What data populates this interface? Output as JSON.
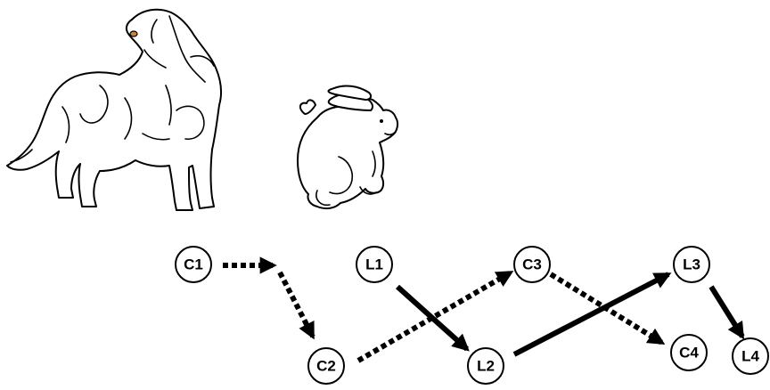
{
  "illustrations": [
    {
      "name": "dog",
      "icon": "dog-illustration"
    },
    {
      "name": "rabbit",
      "icon": "rabbit-illustration"
    }
  ],
  "nodes": [
    {
      "id": "C1",
      "label": "C1"
    },
    {
      "id": "C2",
      "label": "C2"
    },
    {
      "id": "C3",
      "label": "C3"
    },
    {
      "id": "C4",
      "label": "C4"
    },
    {
      "id": "L1",
      "label": "L1"
    },
    {
      "id": "L2",
      "label": "L2"
    },
    {
      "id": "L3",
      "label": "L3"
    },
    {
      "id": "L4",
      "label": "L4"
    }
  ],
  "edges": [
    {
      "from": "C1",
      "to": "C2",
      "style": "dotted"
    },
    {
      "from": "C2",
      "to": "C3",
      "style": "dotted"
    },
    {
      "from": "C3",
      "to": "C4",
      "style": "dotted"
    },
    {
      "from": "L1",
      "to": "L2",
      "style": "solid"
    },
    {
      "from": "L2",
      "to": "L3",
      "style": "solid"
    },
    {
      "from": "L3",
      "to": "L4",
      "style": "solid"
    }
  ],
  "colors": {
    "stroke": "#000000",
    "background": "#ffffff"
  }
}
